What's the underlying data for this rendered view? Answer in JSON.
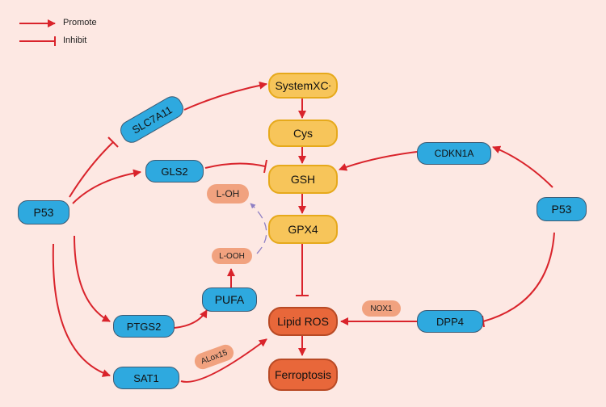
{
  "legend": {
    "promote": "Promote",
    "inhibit": "Inhibit"
  },
  "nodes": {
    "p53_left": "P53",
    "p53_right": "P53",
    "slc7a11": "SLC7A11",
    "gls2": "GLS2",
    "cdkn1a": "CDKN1A",
    "dpp4": "DPP4",
    "ptgs2": "PTGS2",
    "sat1": "SAT1",
    "systemxc": "SystemXC",
    "systemxc_sup": "-",
    "cys": "Cys",
    "gsh": "GSH",
    "gpx4": "GPX4",
    "lipid_ros": "Lipid ROS",
    "ferroptosis": "Ferroptosis",
    "pufa": "PUFA",
    "l_oh": "L-OH",
    "l_ooh": "L-OOH",
    "nox1": "NOX1",
    "alox15": "ALox15"
  },
  "colors": {
    "promote": "#d9232b",
    "inhibit": "#d9232b",
    "dashed": "#8e7fc4",
    "blue_node": "#2ea9df",
    "yellow_node": "#f7c55a",
    "orange_node": "#e8673a",
    "peach_node": "#f1a27f",
    "background": "#fde8e3"
  }
}
